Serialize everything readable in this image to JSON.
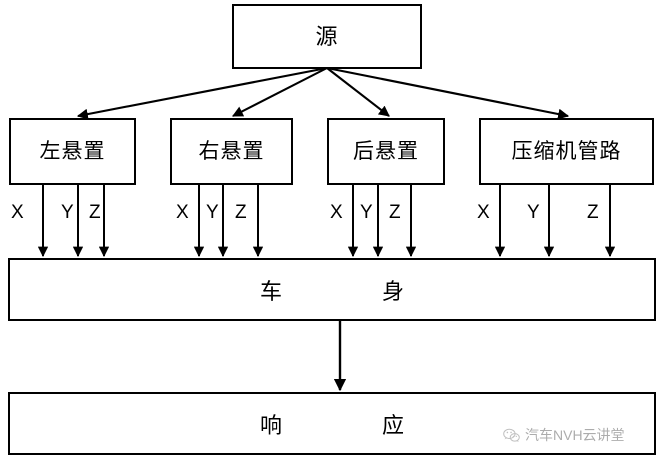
{
  "diagram": {
    "type": "transfer-path-analysis-flow",
    "source": {
      "id": "source",
      "label": "源"
    },
    "paths": [
      {
        "id": "left-mount",
        "label": "左悬置",
        "axes": [
          "X",
          "Y",
          "Z"
        ]
      },
      {
        "id": "right-mount",
        "label": "右悬置",
        "axes": [
          "X",
          "Y",
          "Z"
        ]
      },
      {
        "id": "rear-mount",
        "label": "后悬置",
        "axes": [
          "X",
          "Y",
          "Z"
        ]
      },
      {
        "id": "compressor-piping",
        "label": "压缩机管路",
        "axes": [
          "X",
          "Y",
          "Z"
        ]
      }
    ],
    "body": {
      "id": "body",
      "label": "车身"
    },
    "response": {
      "id": "response",
      "label": "响应"
    },
    "watermark": {
      "text": "汽车NVH云讲堂",
      "logo": "wechat-icon"
    },
    "colors": {
      "stroke": "#000000",
      "background": "#ffffff",
      "text": "#000000",
      "watermark_text": "#7a7a7a"
    }
  }
}
